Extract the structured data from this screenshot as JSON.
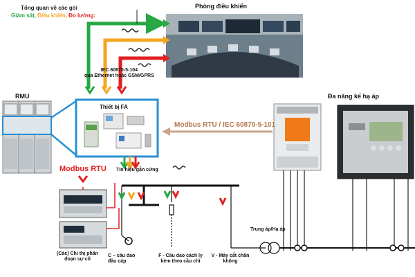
{
  "legend": {
    "title": "Tổng quan về các gói",
    "items": [
      {
        "label": "Giám sát,",
        "color": "#27a844"
      },
      {
        "label": "Điều khiển,",
        "color": "#f5a623"
      },
      {
        "label": "Đo lường:",
        "color": "#e02020"
      }
    ]
  },
  "control_room": {
    "title": "Phòng điều khiển"
  },
  "protocol_top": {
    "line1": "IEC 60870-5-104",
    "line2": "qua Ethernet hoặc GSM/GPRS"
  },
  "rmu": {
    "label": "RMU"
  },
  "fa_device": {
    "label": "Thiết bị FA"
  },
  "modbus_iec": {
    "label": "Modbus RTU / IEC 60870-5-101"
  },
  "meter": {
    "label": "Đa năng kế hạ áp"
  },
  "modbus_rtu": {
    "label": "Modbus RTU"
  },
  "signal_wired": {
    "label": "Tín hiệu gắn cứng"
  },
  "fault_indicator": {
    "label": "(Các) Chỉ thị phân đoạn sự cố"
  },
  "switch_c": {
    "label": "C – cầu dao đầu cáp"
  },
  "switch_f": {
    "label": "F - Cầu dao cách ly kèm theo cầu chì"
  },
  "switch_v": {
    "label": "V - Máy cắt chân không"
  },
  "transformer": {
    "label": "Trung áp/Hạ áp"
  },
  "colors": {
    "blue": "#2a8fd6",
    "green": "#27a844",
    "orange": "#f5a623",
    "red": "#e02020",
    "brown": "#b5764a"
  }
}
